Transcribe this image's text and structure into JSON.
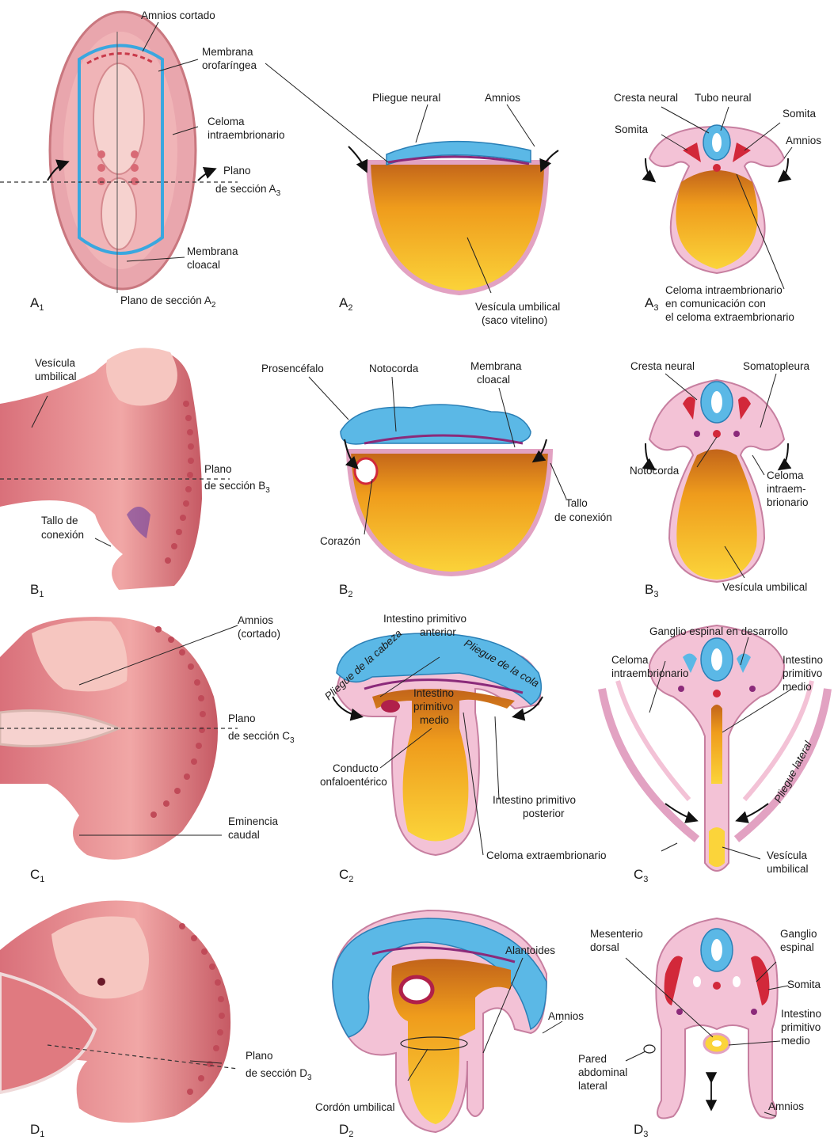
{
  "panel_labels": {
    "A1": {
      "letter": "A",
      "sub": "1"
    },
    "A2": {
      "letter": "A",
      "sub": "2"
    },
    "A3": {
      "letter": "A",
      "sub": "3"
    },
    "B1": {
      "letter": "B",
      "sub": "1"
    },
    "B2": {
      "letter": "B",
      "sub": "2"
    },
    "B3": {
      "letter": "B",
      "sub": "3"
    },
    "C1": {
      "letter": "C",
      "sub": "1"
    },
    "C2": {
      "letter": "C",
      "sub": "2"
    },
    "C3": {
      "letter": "C",
      "sub": "3"
    },
    "D1": {
      "letter": "D",
      "sub": "1"
    },
    "D2": {
      "letter": "D",
      "sub": "2"
    },
    "D3": {
      "letter": "D",
      "sub": "3"
    }
  },
  "labels": {
    "a1_amnios_cortado": "Amnios cortado",
    "a1_membrana": "Membrana",
    "a1_orofaringea": "orofaríngea",
    "a1_celoma": "Celoma",
    "a1_intraembrionario": "intraembrionario",
    "a1_plano": "Plano",
    "a1_de_seccion": "de sección A",
    "a1_de_seccion_sub": "3",
    "a1_membrana2": "Membrana",
    "a1_cloacal": "cloacal",
    "a1_plano_a2": "Plano de sección A",
    "a1_plano_a2_sub": "2",
    "a2_pliegue_neural": "Pliegue neural",
    "a2_amnios": "Amnios",
    "a2_vesicula": "Vesícula umbilical",
    "a2_saco": "(saco vitelino)",
    "a3_cresta": "Cresta neural",
    "a3_tubo": "Tubo neural",
    "a3_somita_l": "Somita",
    "a3_somita_r": "Somita",
    "a3_amnios": "Amnios",
    "a3_celoma1": "Celoma intraembrionario",
    "a3_celoma2": "en comunicación con",
    "a3_celoma3": "el celoma extraembrionario",
    "b1_vesicula": "Vesícula",
    "b1_umbilical": "umbilical",
    "b1_plano": "Plano",
    "b1_de_seccion": "de sección B",
    "b1_de_seccion_sub": "3",
    "b1_tallo": "Tallo de",
    "b1_conexion": "conexión",
    "b2_prosencefalo": "Prosencéfalo",
    "b2_notocorda": "Notocorda",
    "b2_membrana": "Membrana",
    "b2_cloacal": "cloacal",
    "b2_corazon": "Corazón",
    "b2_tallo": "Tallo",
    "b2_de_conexion": "de conexión",
    "b3_cresta": "Cresta neural",
    "b3_somatopleura": "Somatopleura",
    "b3_notocorda": "Notocorda",
    "b3_celoma": "Celoma",
    "b3_intraem": "intraem-",
    "b3_brionario": "brionario",
    "b3_vesicula": "Vesícula umbilical",
    "c1_amnios": "Amnios",
    "c1_cortado": "(cortado)",
    "c1_plano": "Plano",
    "c1_de_seccion": "de sección C",
    "c1_de_seccion_sub": "3",
    "c1_eminencia": "Eminencia",
    "c1_caudal": "caudal",
    "c2_intestino_ant1": "Intestino primitivo",
    "c2_intestino_ant2": "anterior",
    "c2_pliegue_cabeza": "Pliegue de la cabeza",
    "c2_pliegue_cola": "Pliegue de la cola",
    "c2_int_medio1": "Intestino",
    "c2_int_medio2": "primitivo",
    "c2_int_medio3": "medio",
    "c2_conducto1": "Conducto",
    "c2_conducto2": "onfaloentérico",
    "c2_int_post1": "Intestino primitivo",
    "c2_int_post2": "posterior",
    "c2_celoma_extra": "Celoma extraembrionario",
    "c3_ganglio": "Ganglio espinal en desarrollo",
    "c3_celoma1": "Celoma",
    "c3_celoma2": "intraembrionario",
    "c3_int1": "Intestino",
    "c3_int2": "primitivo",
    "c3_int3": "medio",
    "c3_pliegue_lateral": "Pliegue lateral",
    "c3_vesicula": "Vesícula",
    "c3_umbilical": "umbilical",
    "d1_plano": "Plano",
    "d1_de_seccion": "de sección D",
    "d1_de_seccion_sub": "3",
    "d2_alantoides": "Alantoides",
    "d2_amnios": "Amnios",
    "d2_cordon": "Cordón umbilical",
    "d3_mesenterio": "Mesenterio",
    "d3_dorsal": "dorsal",
    "d3_ganglio": "Ganglio",
    "d3_espinal": "espinal",
    "d3_somita": "Somita",
    "d3_int1": "Intestino",
    "d3_int2": "primitivo",
    "d3_int3": "medio",
    "d3_pared1": "Pared",
    "d3_pared2": "abdominal",
    "d3_pared3": "lateral",
    "d3_amnios": "Amnios"
  },
  "colors": {
    "ectoderm": "#5bb8e6",
    "ectoderm_dark": "#2a7fb6",
    "mesoderm": "#f3c2d6",
    "mesoderm_outline": "#c77fa0",
    "endoderm_yolk": "#f2b21c",
    "yolk_dark": "#c96a12",
    "somite": "#d2283a",
    "notochord": "#8b2a7a",
    "embryo_skin": "#e88a8e",
    "embryo_dark": "#b84a55"
  }
}
